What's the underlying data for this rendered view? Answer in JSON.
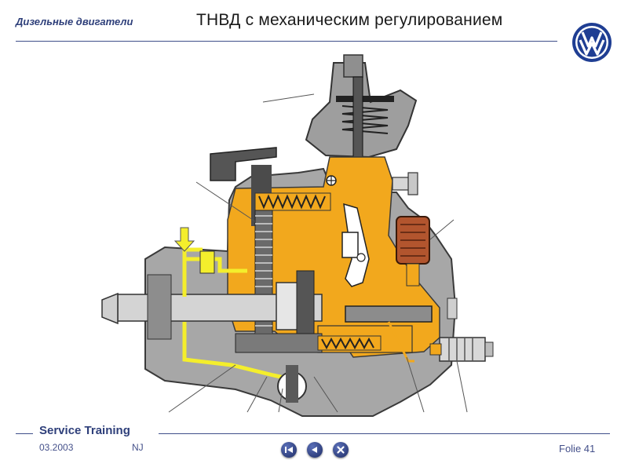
{
  "header": {
    "section": "Дизельные двигатели",
    "title": "ТНВД с  механическим регулированием"
  },
  "footer": {
    "brand": "Service Training",
    "date": "03.2003",
    "author": "NJ",
    "slide": "Folie 41"
  },
  "navigation": {
    "icons": [
      "first-slide-icon",
      "previous-slide-icon",
      "close-icon"
    ]
  },
  "colors": {
    "accent_navy": "#2e3f7a",
    "fuel_orange": "#f2a81d",
    "fuel_yellow": "#f4ee2c",
    "casing_gray": "#a8a8a8",
    "solenoid_brown": "#b2552e"
  }
}
